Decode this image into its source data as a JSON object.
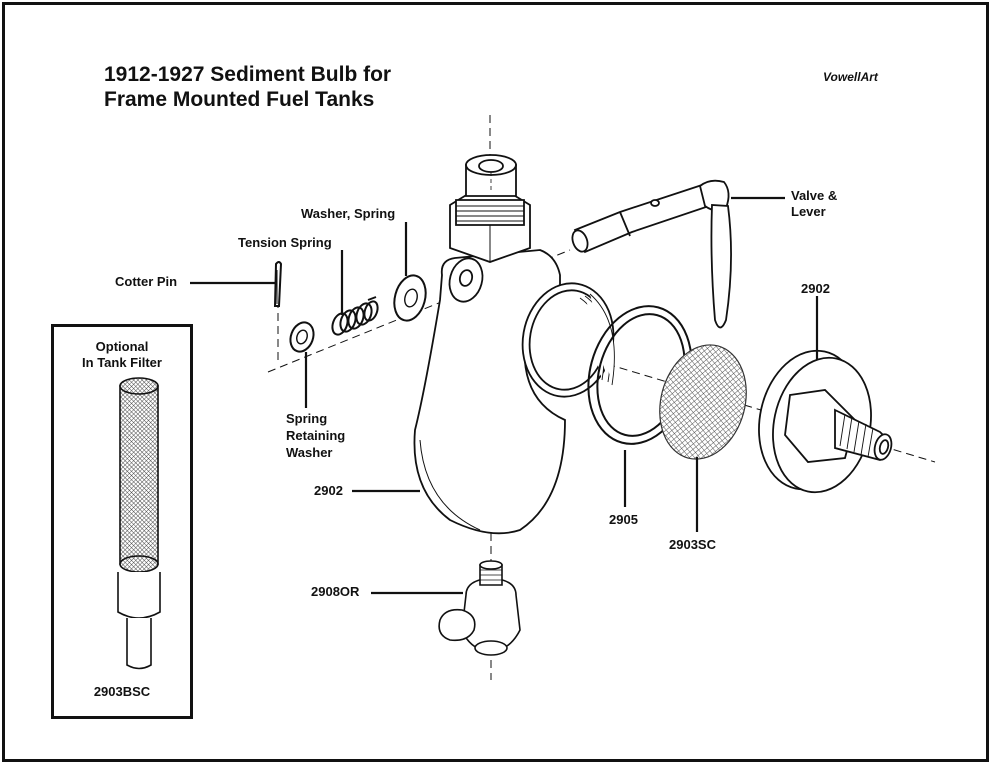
{
  "diagram": {
    "title_line1": "1912-1927 Sediment Bulb for",
    "title_line2": "Frame Mounted Fuel Tanks",
    "credit": "VowellArt",
    "callouts": {
      "cotter_pin": "Cotter Pin",
      "tension_spring": "Tension Spring",
      "washer_spring": "Washer, Spring",
      "spring_retaining_washer_1": "Spring",
      "spring_retaining_washer_2": "Retaining",
      "spring_retaining_washer_3": "Washer",
      "valve_lever_1": "Valve &",
      "valve_lever_2": "Lever",
      "cap_part": "2902",
      "body_part": "2902",
      "gasket_part": "2905",
      "screen_part": "2903SC",
      "drain_part": "2908OR"
    },
    "filter_inset": {
      "heading_line1": "Optional",
      "heading_line2": "In Tank Filter",
      "part_number": "2903BSC"
    }
  }
}
